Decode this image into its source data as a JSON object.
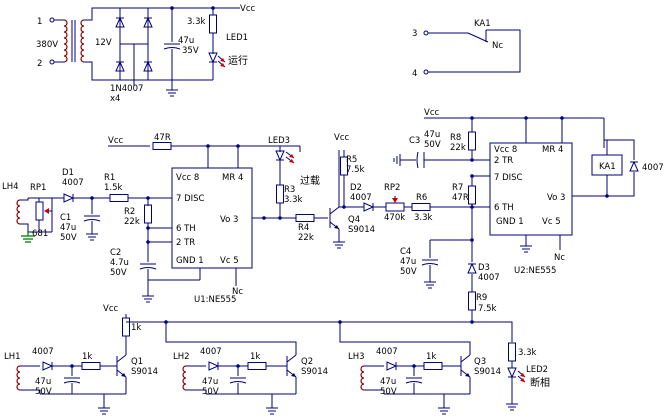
{
  "colors": {
    "wire": "#00007a",
    "coil": "#8a0000",
    "arrow": "#cc0000",
    "ground": "#008000"
  },
  "power": {
    "terminal_1": "1",
    "terminal_2": "2",
    "primary_voltage": "380V",
    "secondary_voltage": "12V",
    "diode_type": "1N4007",
    "diode_qty": "x4",
    "cap_value": "47u",
    "cap_voltage": "35V",
    "resistor": "3.3k",
    "led": "LED1",
    "led_note": "运行",
    "vcc": "Vcc"
  },
  "relay_contact": {
    "label": "KA1",
    "terminal_3": "3",
    "terminal_4": "4",
    "nc": "Nc"
  },
  "u1": {
    "name": "U1:NE555",
    "vcc_pin": "Vcc 8",
    "mr_pin": "MR 4",
    "disc_pin": "7 DISC",
    "th_pin": "6 TH",
    "tr_pin": "2 TR",
    "vo_pin": "Vo 3",
    "gnd_pin": "GND 1",
    "vc_pin": "Vc 5",
    "nc": "Nc"
  },
  "u2": {
    "name": "U2:NE555",
    "vcc_pin": "Vcc 8",
    "mr_pin": "MR 4",
    "tr_pin": "2 TR",
    "disc_pin": "7 DISC",
    "th_pin": "6 TH",
    "gnd_pin": "GND 1",
    "vc_pin": "Vc 5",
    "vo_pin": "Vo 3",
    "nc": "Nc"
  },
  "timer1": {
    "vcc": "Vcc",
    "r47": "47R",
    "probe": "LH4",
    "rp1": "RP1",
    "rp1_value": "681",
    "d1": "D1",
    "d1_value": "4007",
    "r1": "R1",
    "r1_value": "1.5k",
    "c1": "C1",
    "c1_value": "47u",
    "c1_voltage": "50V",
    "r2": "R2",
    "r2_value": "22k",
    "c2": "C2",
    "c2_value": "4.7u",
    "c2_voltage": "50V"
  },
  "middle": {
    "led3": "LED3",
    "led3_note": "过载",
    "r3": "R3",
    "r3_value": "3.3k",
    "r4": "R4",
    "r4_value": "22k",
    "q4": "Q4",
    "q4_type": "S9014",
    "vcc": "Vcc",
    "r5": "R5",
    "r5_value": "7.5k",
    "d2": "D2",
    "d2_value": "4007",
    "rp2": "RP2",
    "rp2_value": "470k",
    "r6": "R6",
    "r6_value": "3.3k"
  },
  "timer2": {
    "vcc": "Vcc",
    "c3": "C3",
    "c3_value": "47u",
    "c3_voltage": "50V",
    "r8": "R8",
    "r8_value": "22k",
    "r7": "R7",
    "r7_value": "47R",
    "c4": "C4",
    "c4_value": "47u",
    "c4_voltage": "50V",
    "d3": "D3",
    "d3_value": "4007",
    "r9": "R9",
    "r9_value": "7.5k",
    "relay": "KA1",
    "relay_diode": "4007"
  },
  "sensors": {
    "vcc": "Vcc",
    "r_top": "1k",
    "ch1": {
      "probe": "LH1",
      "diode": "4007",
      "cap": "47u",
      "cap_v": "50V",
      "res": "1k",
      "q": "Q1",
      "q_type": "S9014"
    },
    "ch2": {
      "probe": "LH2",
      "diode": "4007",
      "cap": "47u",
      "cap_v": "50V",
      "res": "1k",
      "q": "Q2",
      "q_type": "S9014"
    },
    "ch3": {
      "probe": "LH3",
      "diode": "4007",
      "cap": "47u",
      "cap_v": "50V",
      "res": "1k",
      "q": "Q3",
      "q_type": "S9014"
    },
    "r_led2": "3.3k",
    "led2": "LED2",
    "led2_note": "断相"
  }
}
